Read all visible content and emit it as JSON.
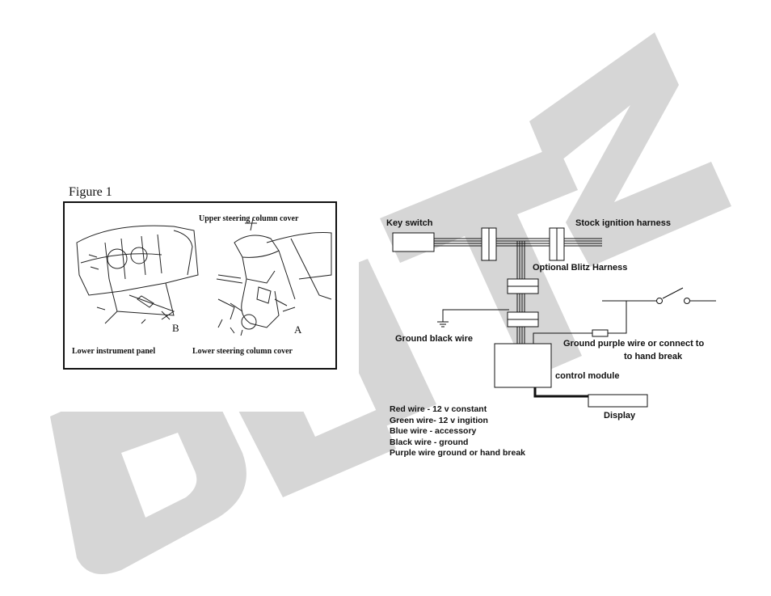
{
  "watermark": {
    "text": "BLITZ",
    "color": "#d4d4d4"
  },
  "figure1": {
    "title": "Figure 1",
    "labels": {
      "upper_cover": "Upper steering column cover",
      "lower_panel": "Lower instrument panel",
      "lower_cover": "Lower steering column cover",
      "marker_b": "B",
      "marker_a": "A"
    }
  },
  "wiring": {
    "key_switch": "Key switch",
    "stock_harness": "Stock ignition harness",
    "optional_harness": "Optional Blitz Harness",
    "ground_black": "Ground black wire",
    "ground_purple_line1": "Ground purple wire or connect to",
    "ground_purple_line2": "to hand break",
    "control_module": "control module",
    "display": "Display"
  },
  "legend": [
    "Red wire - 12 v constant",
    "Green wire- 12 v ingition",
    "Blue wire - accessory",
    "Black wire - ground",
    "Purple wire ground or hand break"
  ]
}
